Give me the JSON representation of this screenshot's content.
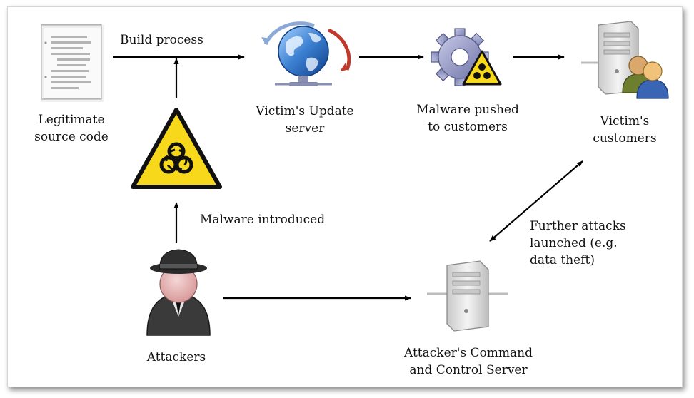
{
  "nodes": {
    "source_code": {
      "lines": [
        "Legitimate",
        "source code"
      ],
      "icon": "document-icon"
    },
    "update_server": {
      "lines": [
        "Victim's Update",
        "server"
      ],
      "icon": "globe-update-icon"
    },
    "malware_pushed": {
      "lines": [
        "Malware pushed",
        "to customers"
      ],
      "icon": "gear-biohazard-icon"
    },
    "customers": {
      "lines": [
        "Victim's",
        "customers"
      ],
      "icon": "server-users-icon"
    },
    "attackers": {
      "lines": [
        "Attackers"
      ],
      "icon": "attacker-icon"
    },
    "c2_server": {
      "lines": [
        "Attacker's Command",
        "and Control Server"
      ],
      "icon": "server-icon"
    },
    "biohazard": {
      "icon": "biohazard-warning-icon"
    }
  },
  "edges": {
    "build_process": "Build process",
    "malware_introduced": "Malware introduced",
    "further_attacks": [
      "Further attacks",
      "launched (e.g.",
      "data theft)"
    ]
  },
  "colors": {
    "arrow": "#000000",
    "warning_yellow": "#f7d81a",
    "globe_blue": "#2d6fc4",
    "server_gray": "#d8d8d8",
    "update_red": "#c0392b"
  }
}
